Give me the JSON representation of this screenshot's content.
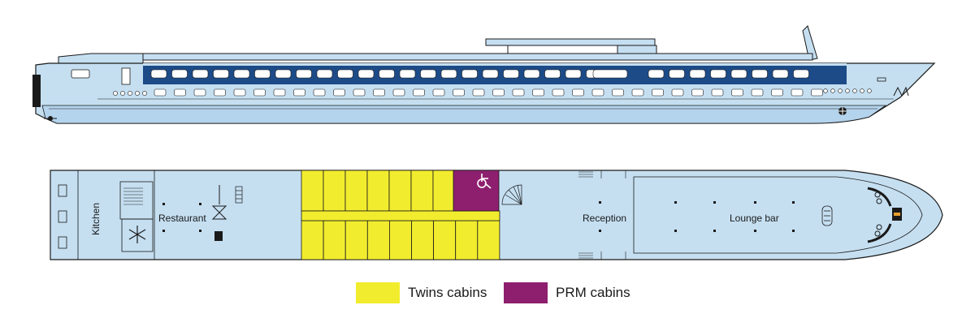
{
  "plan": {
    "labels": {
      "kitchen": "Kitchen",
      "restaurant": "Restaurant",
      "reception": "Reception",
      "lounge_bar": "Lounge bar"
    }
  },
  "legend": [
    {
      "label": "Twins cabins",
      "color": "#f2ec2e"
    },
    {
      "label": "PRM cabins",
      "color": "#8e1f6e"
    }
  ],
  "colors": {
    "hull": "#c5dff1",
    "hull_dark": "#a9cbe6",
    "stripe": "#1c4b87",
    "outline": "#1a1a1a",
    "twins": "#f2ec2e",
    "prm": "#8e1f6e"
  },
  "icons": [
    "snowflake-icon",
    "wheelchair-icon",
    "spiral-staircase-icon",
    "anchor-icon",
    "helm-icon"
  ]
}
